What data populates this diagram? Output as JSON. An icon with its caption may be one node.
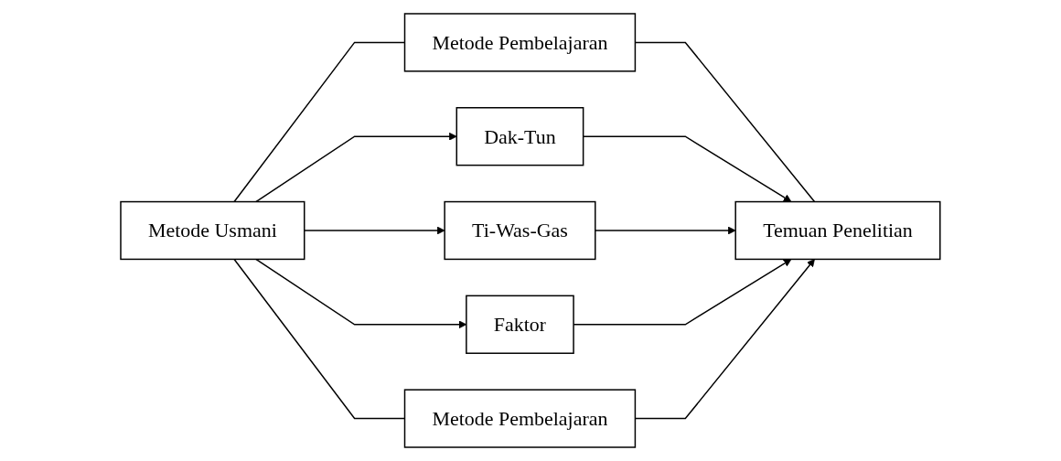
{
  "diagram": {
    "nodes": [
      {
        "text": [
          "Metode Usmani"
        ]
      },
      {
        "text": [
          "Metode Pembelajaran"
        ]
      },
      {
        "text": [
          "Dak-Tun"
        ]
      },
      {
        "text": [
          "Ti-Was-Gas"
        ]
      },
      {
        "text": [
          "Faktor"
        ]
      },
      {
        "text": [
          "Temuan Penelitian"
        ]
      },
      {
        "text": [
          "Metode Pembelajaran"
        ]
      }
    ],
    "edges": [
      {
        "from": 0,
        "to": 1,
        "arrow": "none"
      },
      {
        "from": 1,
        "to": 5,
        "arrow": "none"
      },
      {
        "from": 0,
        "to": 2,
        "arrow": "to"
      },
      {
        "from": 0,
        "to": 3,
        "arrow": "to"
      },
      {
        "from": 0,
        "to": 4,
        "arrow": "to"
      },
      {
        "from": 2,
        "to": 5,
        "arrow": "to"
      },
      {
        "from": 3,
        "to": 5,
        "arrow": "to"
      },
      {
        "from": 4,
        "to": 5,
        "arrow": "to"
      },
      {
        "from": 0,
        "to": 6,
        "arrow": "none"
      },
      {
        "from": 6,
        "to": 5,
        "arrow": "to"
      }
    ]
  }
}
